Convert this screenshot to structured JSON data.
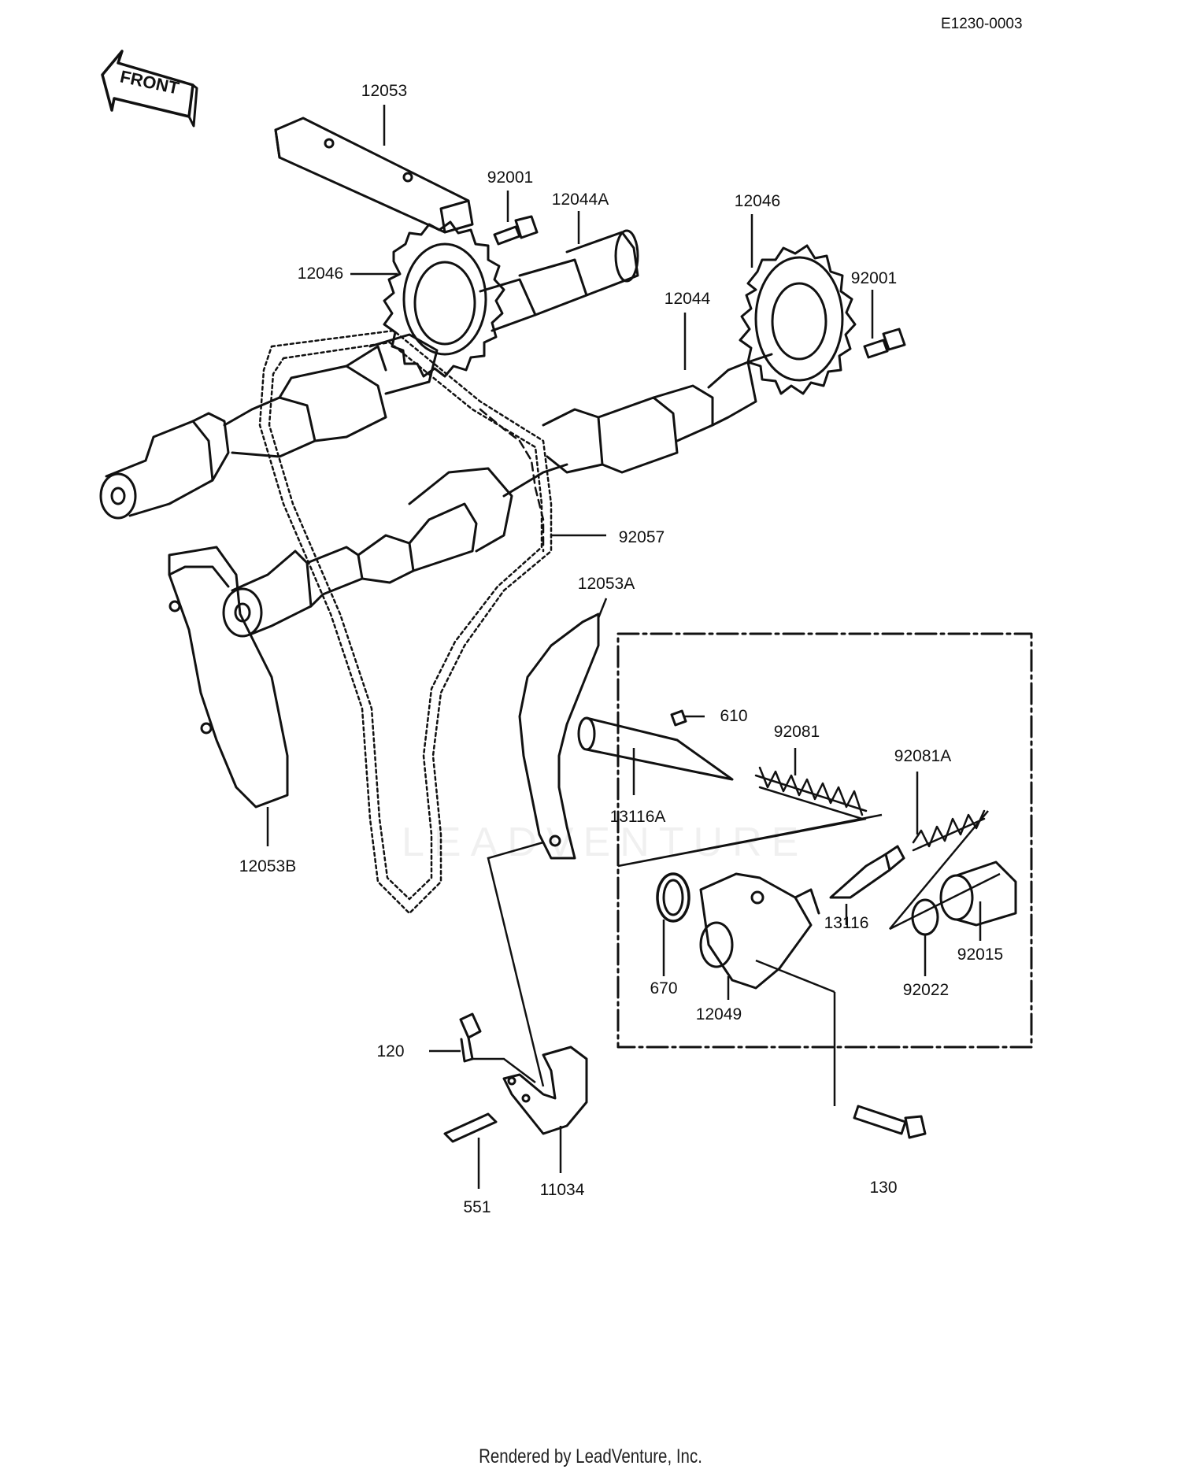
{
  "diagram_code": "E1230-0003",
  "front_label": "FRONT",
  "footer": "Rendered by LeadVenture, Inc.",
  "watermark": "LEADVENTURE",
  "parts": {
    "p12053": "12053",
    "p92001_left": "92001",
    "p12044A": "12044A",
    "p12046_right": "12046",
    "p12046_left": "12046",
    "p92001_right": "92001",
    "p12044": "12044",
    "p92057": "92057",
    "p12053A": "12053A",
    "p610": "610",
    "p92081": "92081",
    "p92081A": "92081A",
    "p13116A": "13116A",
    "p12053B": "12053B",
    "p13116": "13116",
    "p92015": "92015",
    "p670": "670",
    "p92022": "92022",
    "p12049": "12049",
    "p120": "120",
    "p130": "130",
    "p551": "551",
    "p11034": "11034"
  }
}
